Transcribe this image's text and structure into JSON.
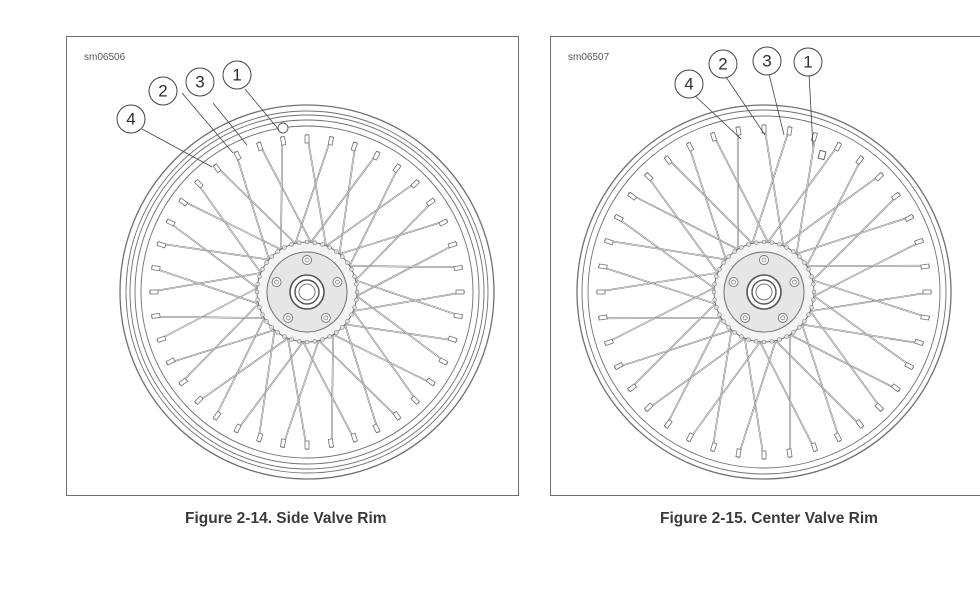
{
  "figures": [
    {
      "id_label": "sm06506",
      "caption": "Figure 2-14. Side Valve Rim",
      "callouts": [
        "1",
        "2",
        "3",
        "4"
      ]
    },
    {
      "id_label": "sm06507",
      "caption": "Figure 2-15. Center Valve Rim",
      "callouts": [
        "1",
        "2",
        "3",
        "4"
      ]
    }
  ],
  "colors": {
    "line": "#707070",
    "frame": "#6d6d6d",
    "text": "#3a3a3a"
  }
}
